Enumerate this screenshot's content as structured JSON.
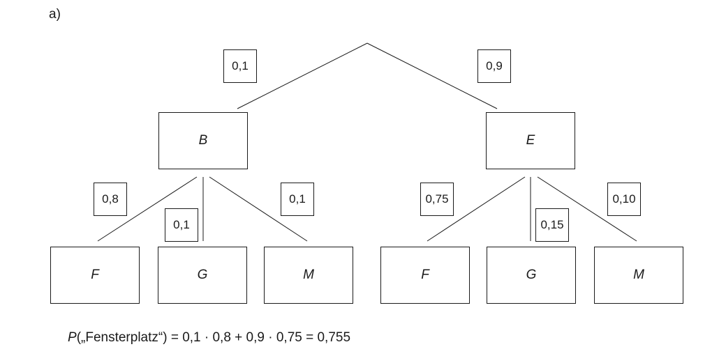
{
  "part_label": "a)",
  "tree": {
    "level1": {
      "left": {
        "prob": "0,1",
        "label": "B"
      },
      "right": {
        "prob": "0,9",
        "label": "E"
      }
    },
    "left_children": [
      {
        "prob": "0,8",
        "label": "F"
      },
      {
        "prob": "0,1",
        "label": "G"
      },
      {
        "prob": "0,1",
        "label": "M"
      }
    ],
    "right_children": [
      {
        "prob": "0,75",
        "label": "F"
      },
      {
        "prob": "0,15",
        "label": "G"
      },
      {
        "prob": "0,10",
        "label": "M"
      }
    ]
  },
  "formula": {
    "var": "P",
    "rest": "(„Fensterplatz“) = 0,1 · 0,8 + 0,9 · 0,75 = 0,755"
  }
}
